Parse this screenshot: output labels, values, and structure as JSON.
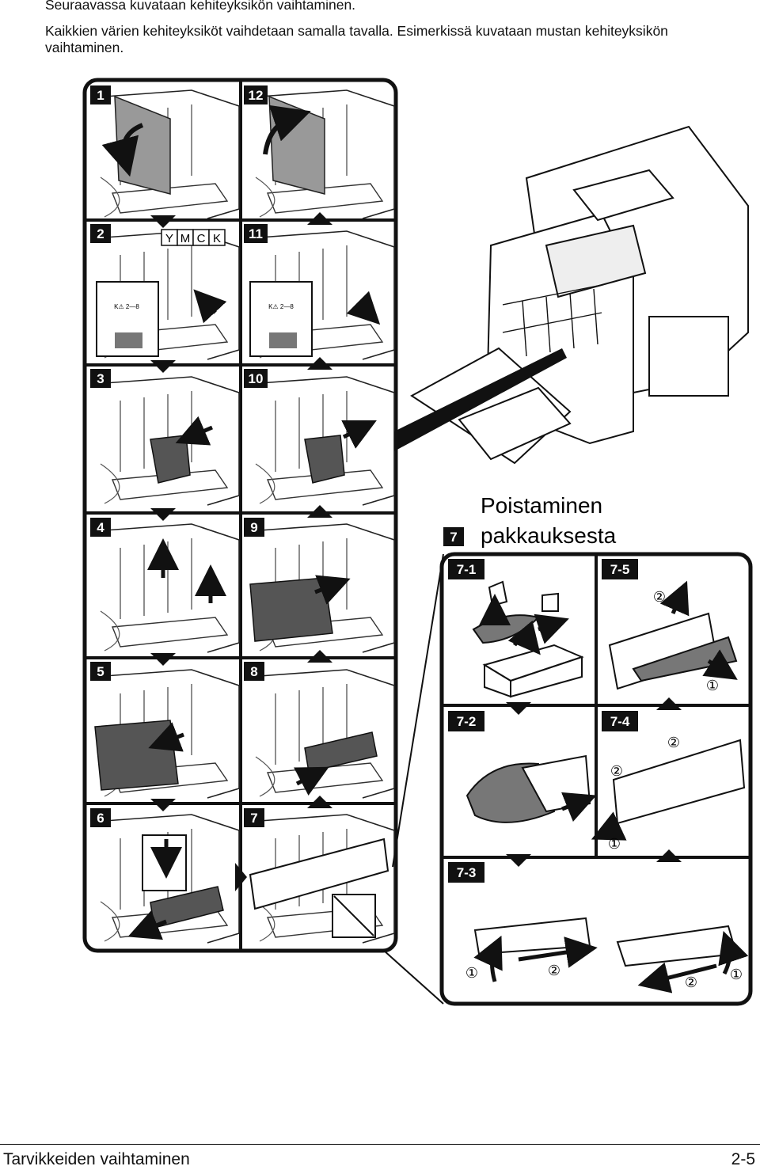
{
  "intro": {
    "line1": "Seuraavassa kuvataan kehiteyksikön vaihtaminen.",
    "line2": "Kaikkien värien kehiteyksiköt vaihdetaan samalla tavalla. Esimerkissä kuvataan mustan kehiteyksikön vaihtaminen."
  },
  "steps_left": [
    "1",
    "2",
    "3",
    "4",
    "5",
    "6"
  ],
  "steps_right": [
    "12",
    "11",
    "10",
    "9",
    "8",
    "7"
  ],
  "toner_labels": [
    "Y",
    "M",
    "C",
    "K"
  ],
  "inset_label": "K⚠ 2—8",
  "unpack": {
    "step": "7",
    "title_line1": "Poistaminen",
    "title_line2": "pakkauksesta",
    "substeps": [
      "7-1",
      "7-2",
      "7-3",
      "7-4",
      "7-5"
    ],
    "markers": {
      "one": "①",
      "two": "②"
    }
  },
  "footer": {
    "section": "Tarvikkeiden vaihtaminen",
    "page": "2-5"
  }
}
